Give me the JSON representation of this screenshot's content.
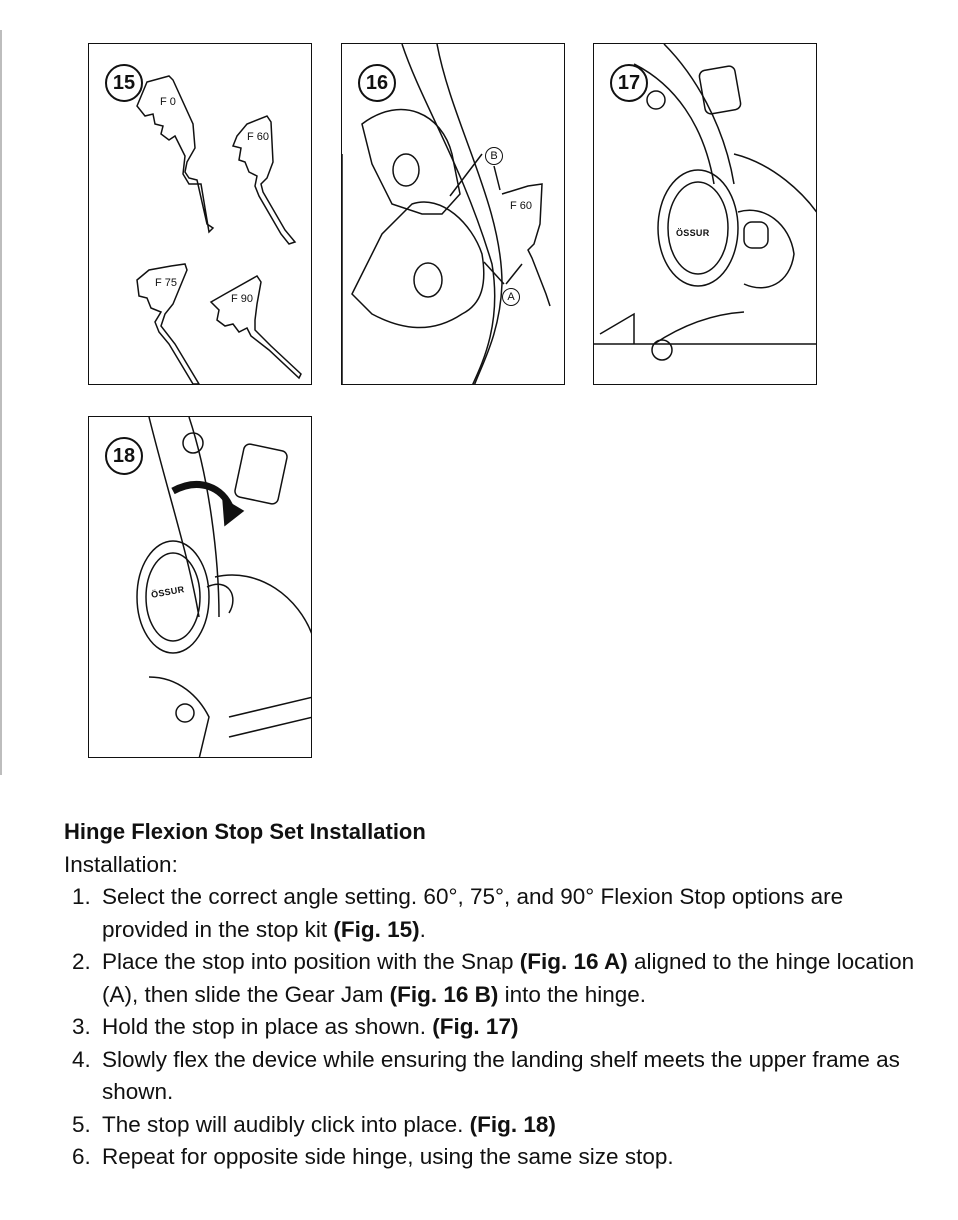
{
  "figures": {
    "f15": {
      "number": "15",
      "labels": [
        "F 0",
        "F 60",
        "F 75",
        "F 90"
      ]
    },
    "f16": {
      "number": "16",
      "labels": [
        "F 60"
      ],
      "callouts": [
        "B",
        "A"
      ]
    },
    "f17": {
      "number": "17",
      "brand": "ÖSSUR"
    },
    "f18": {
      "number": "18",
      "brand": "ÖSSUR"
    }
  },
  "section": {
    "title": "Hinge Flexion Stop Set Installation",
    "subtitle": "Installation:",
    "steps": [
      {
        "num": "1.",
        "text": "Select the correct angle setting. 60°, 75°, and 90° Flexion Stop options are provided in the stop kit ",
        "ref": "(Fig. 15)",
        "after": "."
      },
      {
        "num": "2.",
        "text": "Place the stop into position with the Snap ",
        "ref": "(Fig. 16 A)",
        "after": " aligned to the hinge location (A), then slide the Gear Jam ",
        "ref2": "(Fig. 16 B)",
        "after2": " into the hinge."
      },
      {
        "num": "3.",
        "text": "Hold the stop in place as shown. ",
        "ref": "(Fig. 17)",
        "after": ""
      },
      {
        "num": "4.",
        "text": "Slowly flex the device while ensuring the landing shelf meets the upper frame as shown.",
        "ref": "",
        "after": ""
      },
      {
        "num": "5.",
        "text": "The stop will audibly click into place. ",
        "ref": "(Fig. 18)",
        "after": ""
      },
      {
        "num": "6.",
        "text": "Repeat for opposite side hinge, using the same size stop.",
        "ref": "",
        "after": ""
      }
    ]
  }
}
